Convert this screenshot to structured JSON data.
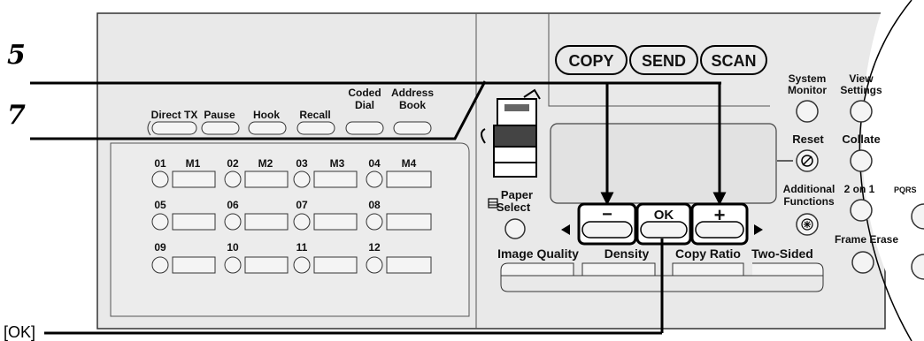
{
  "steps": {
    "first": "5",
    "second": "7"
  },
  "callout": "[OK]",
  "mode_buttons": {
    "copy": "COPY",
    "send": "SEND",
    "scan": "SCAN"
  },
  "fax_keys": {
    "direct_tx": "Direct TX",
    "pause": "Pause",
    "hook": "Hook",
    "recall": "Recall",
    "coded_dial": [
      "Coded",
      "Dial"
    ],
    "address_book": [
      "Address",
      "Book"
    ]
  },
  "one_touch": {
    "row1": [
      "01",
      "M1",
      "02",
      "M2",
      "03",
      "M3",
      "04",
      "M4"
    ],
    "row2": [
      "05",
      "06",
      "07",
      "08"
    ],
    "row3": [
      "09",
      "10",
      "11",
      "12"
    ]
  },
  "paper_select": [
    "Paper",
    "Select"
  ],
  "nav": {
    "minus": "−",
    "ok": "OK",
    "plus": "+"
  },
  "copy_keys": {
    "image_quality": "Image Quality",
    "density": "Density",
    "copy_ratio": "Copy Ratio",
    "two_sided": "Two-Sided"
  },
  "right_keys": {
    "system_monitor": [
      "System",
      "Monitor"
    ],
    "view_settings": [
      "View",
      "Settings"
    ],
    "reset": "Reset",
    "collate": "Collate",
    "additional_functions": [
      "Additional",
      "Functions"
    ],
    "two_on_one": "2 on 1",
    "frame_erase": "Frame Erase",
    "pqrs": "PQRS"
  }
}
